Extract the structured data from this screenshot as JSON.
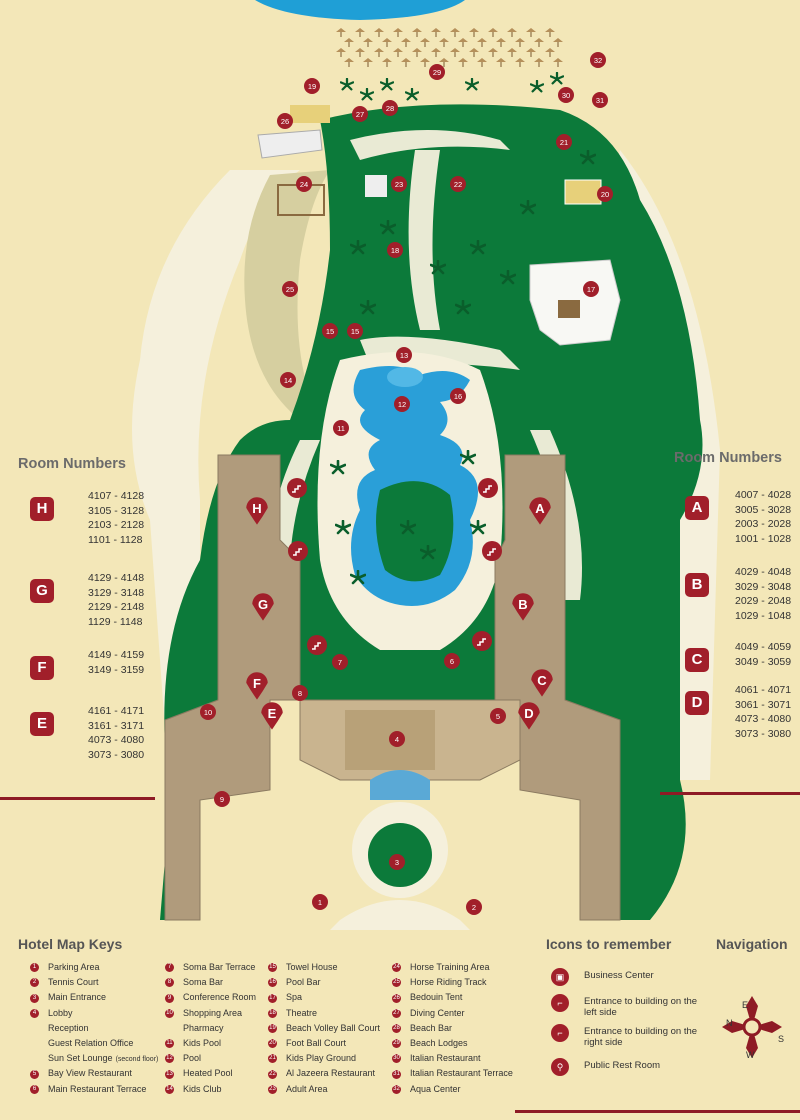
{
  "left_panel": {
    "title": "Room Numbers",
    "groups": [
      {
        "letter": "H",
        "ranges": [
          "4107 - 4128",
          "3105 - 3128",
          "2103 - 2128",
          "1101 - 1128"
        ]
      },
      {
        "letter": "G",
        "ranges": [
          "4129 - 4148",
          "3129 - 3148",
          "2129 - 2148",
          "1129 - 1148"
        ]
      },
      {
        "letter": "F",
        "ranges": [
          "4149 - 4159",
          "3149 - 3159"
        ]
      },
      {
        "letter": "E",
        "ranges": [
          "4161 - 4171",
          "3161 - 3171",
          "4073 - 4080",
          "3073 - 3080"
        ]
      }
    ]
  },
  "right_panel": {
    "title": "Room Numbers",
    "groups": [
      {
        "letter": "A",
        "ranges": [
          "4007 - 4028",
          "3005 - 3028",
          "2003 - 2028",
          "1001 - 1028"
        ]
      },
      {
        "letter": "B",
        "ranges": [
          "4029 - 4048",
          "3029 - 3048",
          "2029 - 2048",
          "1029 - 1048"
        ]
      },
      {
        "letter": "C",
        "ranges": [
          "4049 - 4059",
          "3049 - 3059"
        ]
      },
      {
        "letter": "D",
        "ranges": [
          "4061 - 4071",
          "3061 - 3071",
          "4073 - 4080",
          "3073 - 3080"
        ]
      }
    ]
  },
  "map_markers": [
    "1",
    "2",
    "3",
    "4",
    "5",
    "6",
    "7",
    "8",
    "9",
    "10",
    "11",
    "12",
    "13",
    "14",
    "15",
    "15",
    "16",
    "17",
    "18",
    "19",
    "20",
    "21",
    "22",
    "23",
    "24",
    "25",
    "26",
    "27",
    "28",
    "29",
    "30",
    "31",
    "32"
  ],
  "building_labels": [
    "H",
    "G",
    "F",
    "E",
    "A",
    "B",
    "C",
    "D"
  ],
  "legend": {
    "title": "Hotel Map Keys",
    "col1": [
      {
        "n": "1",
        "label": "Parking Area"
      },
      {
        "n": "2",
        "label": "Tennis Court"
      },
      {
        "n": "3",
        "label": "Main Entrance"
      },
      {
        "n": "4",
        "label": "Lobby"
      },
      {
        "n": "",
        "label": "Reception"
      },
      {
        "n": "",
        "label": "Guest Relation Office"
      },
      {
        "n": "",
        "label": "Sun Set Lounge",
        "note": "(second floor)"
      },
      {
        "n": "5",
        "label": "Bay View Restaurant"
      },
      {
        "n": "6",
        "label": "Main Restaurant Terrace"
      }
    ],
    "col2": [
      {
        "n": "7",
        "label": "Soma Bar Terrace"
      },
      {
        "n": "8",
        "label": "Soma Bar"
      },
      {
        "n": "9",
        "label": "Conference Room"
      },
      {
        "n": "10",
        "label": "Shopping Area"
      },
      {
        "n": "",
        "label": "Pharmacy"
      },
      {
        "n": "11",
        "label": "Kids Pool"
      },
      {
        "n": "12",
        "label": "Pool"
      },
      {
        "n": "13",
        "label": "Heated Pool"
      },
      {
        "n": "14",
        "label": "Kids Club"
      }
    ],
    "col3": [
      {
        "n": "15",
        "label": "Towel House"
      },
      {
        "n": "16",
        "label": "Pool Bar"
      },
      {
        "n": "17",
        "label": "Spa"
      },
      {
        "n": "18",
        "label": "Theatre"
      },
      {
        "n": "19",
        "label": "Beach Volley Ball Court"
      },
      {
        "n": "20",
        "label": "Foot Ball Court"
      },
      {
        "n": "21",
        "label": "Kids Play Ground"
      },
      {
        "n": "22",
        "label": "Al Jazeera Restaurant"
      },
      {
        "n": "23",
        "label": "Adult Area"
      }
    ],
    "col4": [
      {
        "n": "24",
        "label": "Horse Training Area"
      },
      {
        "n": "25",
        "label": "Horse Riding Track"
      },
      {
        "n": "26",
        "label": "Bedouin Tent"
      },
      {
        "n": "27",
        "label": "Diving Center"
      },
      {
        "n": "28",
        "label": "Beach Bar"
      },
      {
        "n": "29",
        "label": "Beach Lodges"
      },
      {
        "n": "30",
        "label": "Italian Restaurant"
      },
      {
        "n": "31",
        "label": "Italian Restaurant Terrace"
      },
      {
        "n": "32",
        "label": "Aqua Center"
      }
    ]
  },
  "icons_panel": {
    "title": "Icons to remember",
    "items": [
      {
        "icon": "briefcase-icon",
        "label": "Business Center"
      },
      {
        "icon": "stairs-icon",
        "label": "Entrance to building on the left side"
      },
      {
        "icon": "stairs-icon",
        "label": "Entrance to building on the right side"
      },
      {
        "icon": "restroom-icon",
        "label": "Public Rest Room"
      }
    ]
  },
  "navigation": {
    "title": "Navigation",
    "n": "N",
    "e": "E",
    "s": "S",
    "w": "W"
  },
  "colors": {
    "marker": "#a11f2a",
    "sand": "#f3e7b8",
    "path": "#f4f0dc",
    "green": "#0c7a3a",
    "building": "#b09b7c",
    "pool": "#2a9fd8",
    "rule": "#8e1b25"
  }
}
